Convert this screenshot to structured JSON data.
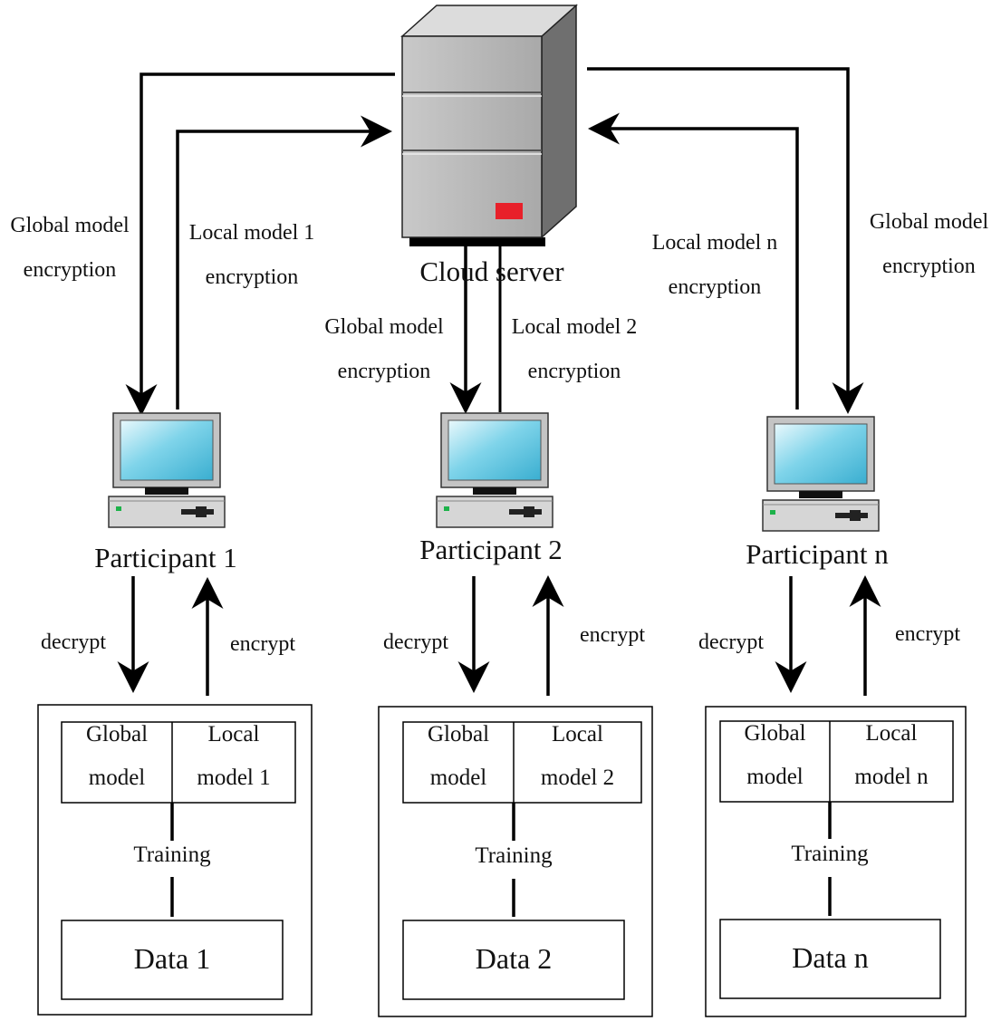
{
  "server": {
    "label": "Cloud server",
    "indicator_color": "#e8202a"
  },
  "participants": [
    {
      "name": "Participant 1",
      "down_label": [
        "Global model",
        "encryption"
      ],
      "up_label": [
        "Local model 1",
        "encryption"
      ],
      "decrypt": "decrypt",
      "encrypt": "encrypt",
      "model_global": [
        "Global",
        "model"
      ],
      "model_local": [
        "Local",
        "model 1"
      ],
      "training": "Training",
      "data": "Data 1"
    },
    {
      "name": "Participant 2",
      "down_label": [
        "Global model",
        "encryption"
      ],
      "up_label": [
        "Local model 2",
        "encryption"
      ],
      "decrypt": "decrypt",
      "encrypt": "encrypt",
      "model_global": [
        "Global",
        "model"
      ],
      "model_local": [
        "Local",
        "model 2"
      ],
      "training": "Training",
      "data": "Data 2"
    },
    {
      "name": "Participant n",
      "down_label": [
        "Global model",
        "encryption"
      ],
      "up_label": [
        "Local model n",
        "encryption"
      ],
      "decrypt": "decrypt",
      "encrypt": "encrypt",
      "model_global": [
        "Global",
        "model"
      ],
      "model_local": [
        "Local",
        "model n"
      ],
      "training": "Training",
      "data": "Data n"
    }
  ],
  "icons": {
    "server": "server-tower-icon",
    "computer": "desktop-computer-icon"
  },
  "colors": {
    "screen": "#5ec8e3",
    "server_body": "#b8b8b8",
    "line": "#000000"
  }
}
